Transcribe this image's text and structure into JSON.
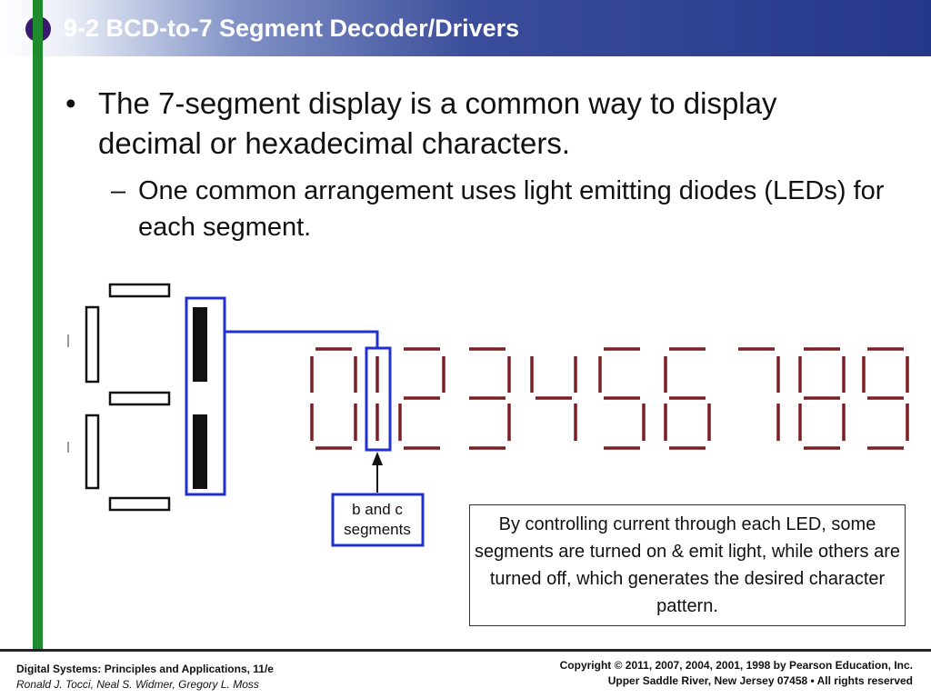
{
  "slide": {
    "title": "9-2 BCD-to-7 Segment Decoder/Drivers"
  },
  "bullets": {
    "main_mark": "•",
    "main_text": "The 7-segment display is a common way to display decimal or hexadecimal characters.",
    "sub_mark": "–",
    "sub_text": "One common arrangement uses light emitting diodes (LEDs) for each segment."
  },
  "diagram": {
    "segment_label": [
      "b and c",
      "segments"
    ],
    "digits_shown": [
      0,
      1,
      2,
      3,
      4,
      5,
      6,
      7,
      8,
      9
    ],
    "lit_segment_color": "#111111",
    "digit_segment_color": "#7a1f24",
    "highlight_color": "#1f2fd0"
  },
  "note": {
    "text": "By controlling current through each LED, some segments are turned on & emit light, while others are turned off, which generates the desired character pattern."
  },
  "footer": {
    "book_title": "Digital Systems: Principles and Applications, 11/e",
    "authors": "Ronald J. Tocci, Neal S. Widmer, Gregory L. Moss",
    "copyright": "Copyright © 2011, 2007, 2004, 2001, 1998  by Pearson Education, Inc.",
    "publisher_line": "Upper Saddle River, New Jersey 07458 • All rights reserved"
  },
  "colors": {
    "title_text": "#ffffff",
    "accent_green": "#1f8a2e",
    "title_bar_dark": "#26378a"
  }
}
